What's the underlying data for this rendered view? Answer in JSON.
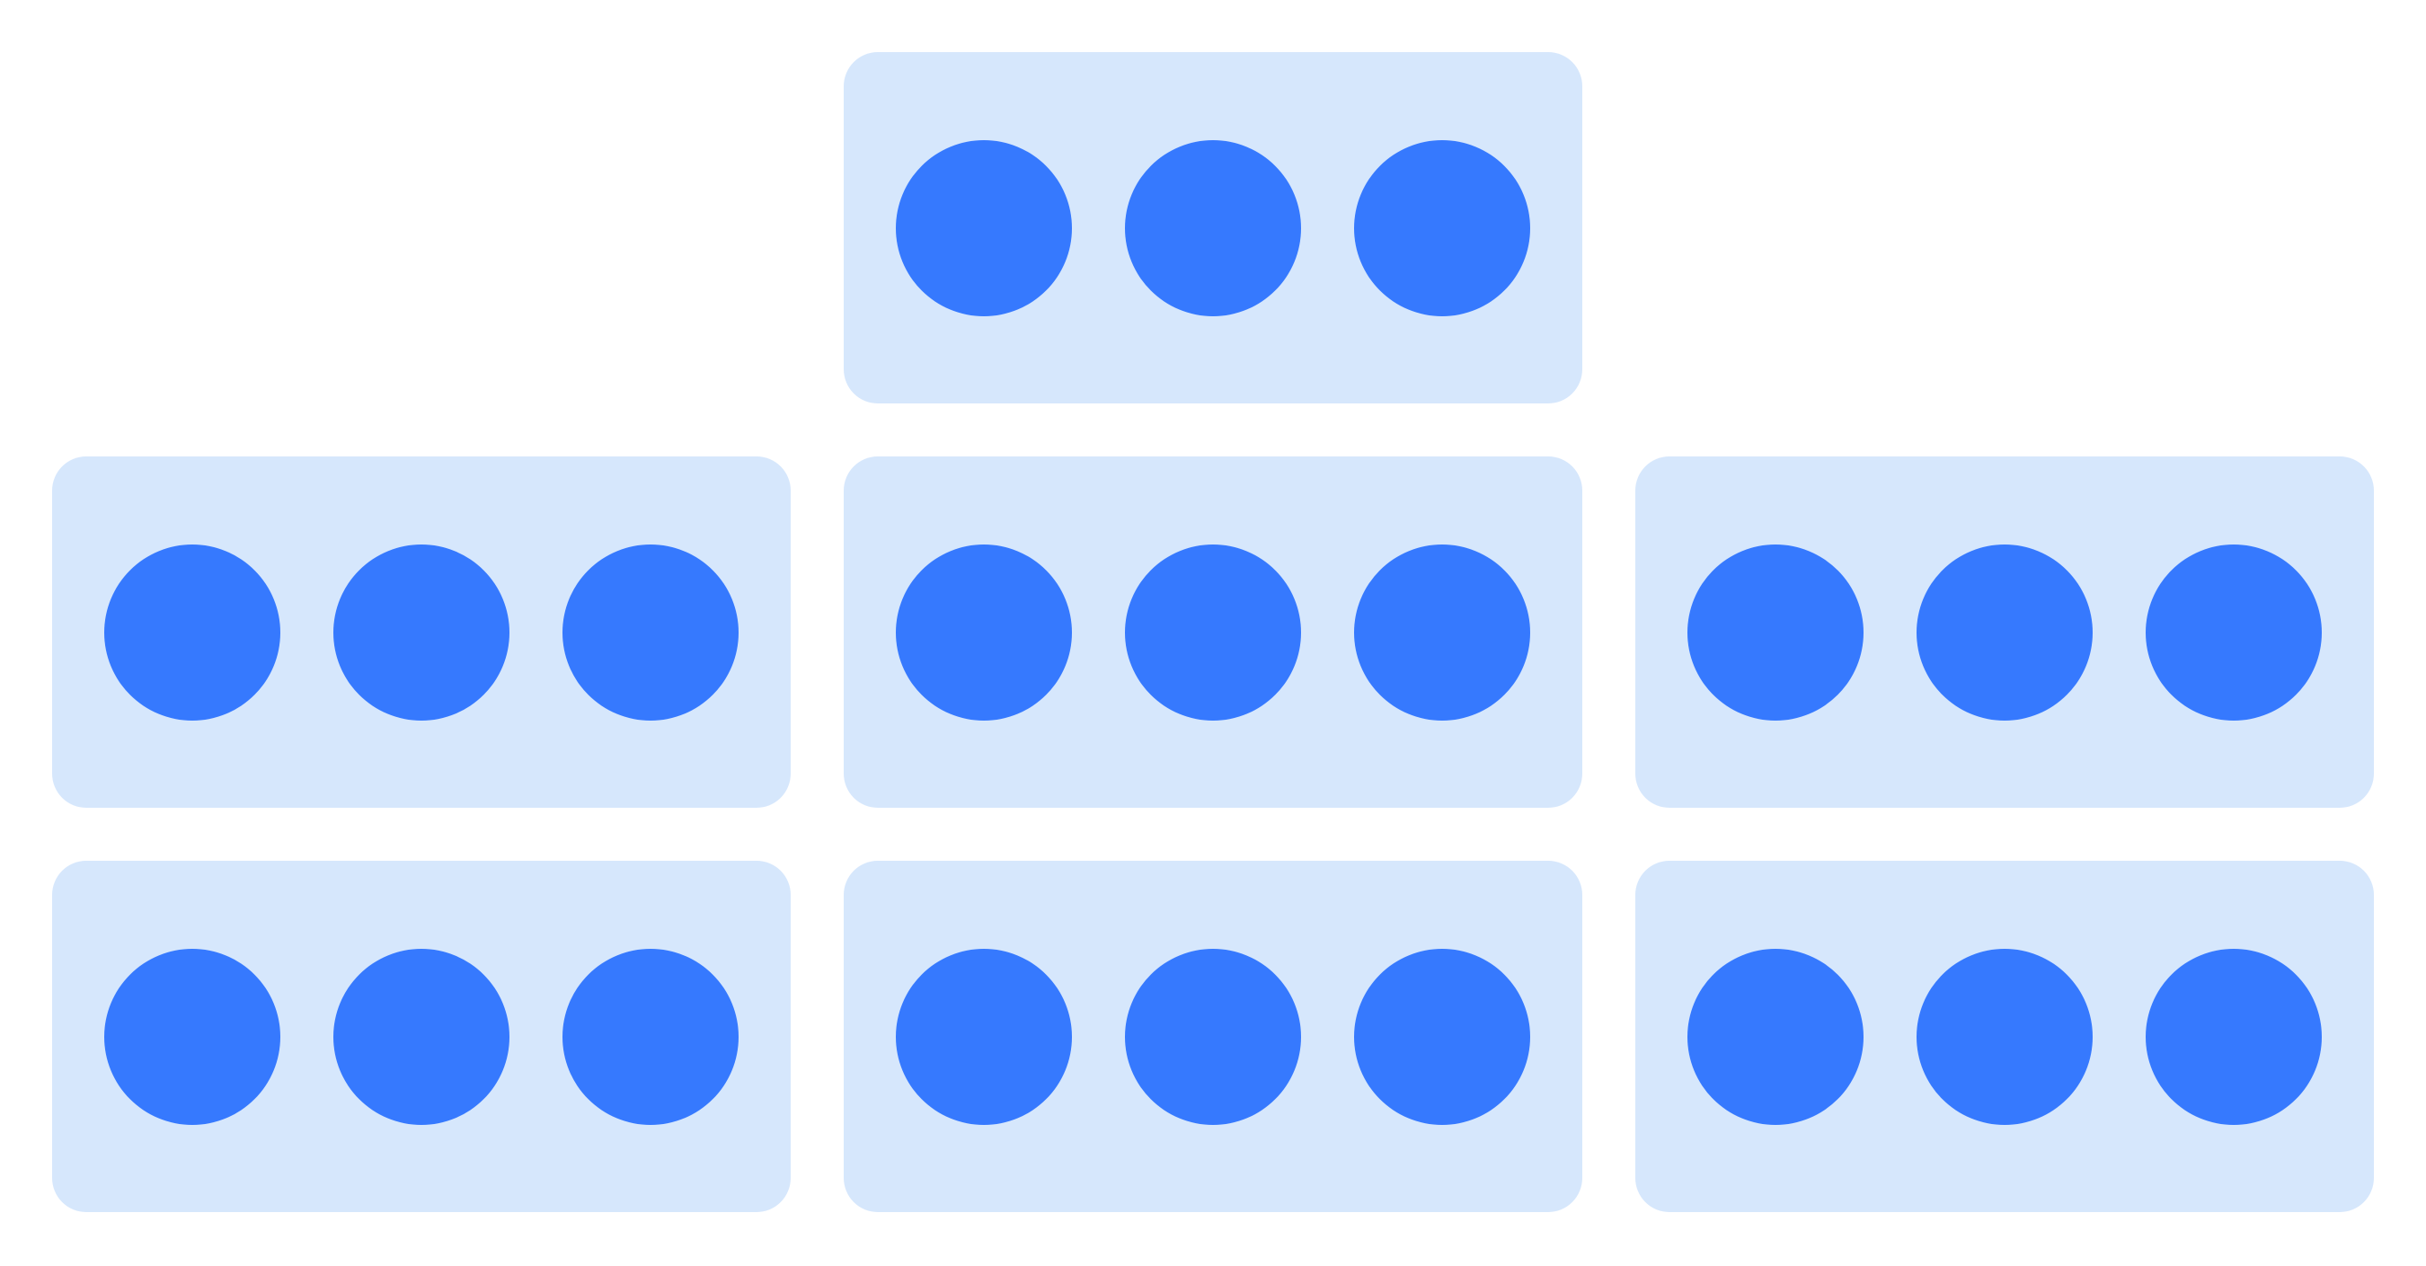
{
  "colors": {
    "background": "#ffffff",
    "frame_fill": "#d6e7fc",
    "dot_fill": "#3679fe"
  },
  "arrangement": {
    "rows": [
      {
        "frames": [
          {
            "present": false,
            "dots": 0
          },
          {
            "present": true,
            "dots": 3
          },
          {
            "present": false,
            "dots": 0
          }
        ]
      },
      {
        "frames": [
          {
            "present": true,
            "dots": 3
          },
          {
            "present": true,
            "dots": 3
          },
          {
            "present": true,
            "dots": 3
          }
        ]
      },
      {
        "frames": [
          {
            "present": true,
            "dots": 3
          },
          {
            "present": true,
            "dots": 3
          },
          {
            "present": true,
            "dots": 3
          }
        ]
      }
    ],
    "dots_per_frame": 3,
    "frame_count": 7,
    "total_dots": 21
  }
}
